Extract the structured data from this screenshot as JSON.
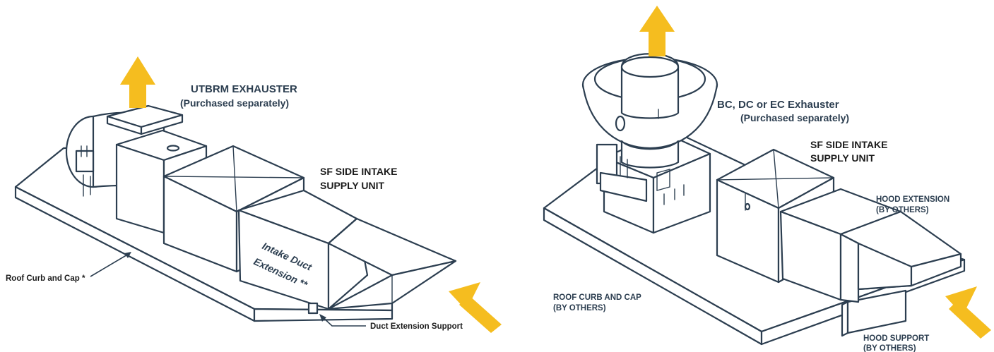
{
  "left": {
    "exhauster_title": "UTBRM EXHAUSTER",
    "exhauster_note": "(Purchased separately)",
    "supply_line1": "SF SIDE INTAKE",
    "supply_line2": "SUPPLY UNIT",
    "duct_line1": "Intake Duct",
    "duct_line2": "Extension **",
    "roof_curb": "Roof Curb and Cap *",
    "duct_support": "Duct Extension Support"
  },
  "right": {
    "exhauster_title": "BC, DC or EC Exhauster",
    "exhauster_note": "(Purchased separately)",
    "supply_line1": "SF SIDE INTAKE",
    "supply_line2": "SUPPLY UNIT",
    "hood_ext_line1": "HOOD EXTENSION",
    "hood_ext_line2": "(BY OTHERS)",
    "roof_curb_line1": "ROOF CURB AND CAP",
    "roof_curb_line2": "(BY OTHERS)",
    "hood_support_line1": "HOOD SUPPORT",
    "hood_support_line2": "(BY OTHERS)"
  },
  "colors": {
    "line": "#2c3e50",
    "arrow": "#f5bd1f"
  },
  "icons": [
    "airflow-arrow-icon"
  ]
}
